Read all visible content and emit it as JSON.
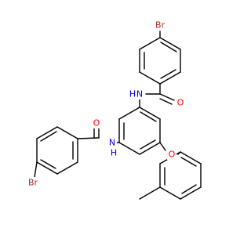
{
  "colors": {
    "background": "#ffffff",
    "bond": "#000000",
    "bromine": "#a52a2a",
    "oxygen": "#ff0000",
    "nitrogen": "#0000ff"
  },
  "atoms": {
    "br_top": {
      "symbol": "Br",
      "element": "Br"
    },
    "br_left": {
      "symbol": "Br",
      "element": "Br"
    },
    "o_carbonyl_top": {
      "symbol": "O",
      "element": "O"
    },
    "o_carbonyl_left": {
      "symbol": "O",
      "element": "O"
    },
    "o_ether": {
      "symbol": "O",
      "element": "O"
    },
    "n_top": {
      "symbol": "N",
      "element": "N"
    },
    "h_top": {
      "symbol": "H",
      "element": "H"
    },
    "n_left": {
      "symbol": "N",
      "element": "N"
    },
    "h_left": {
      "symbol": "H",
      "element": "H"
    }
  }
}
